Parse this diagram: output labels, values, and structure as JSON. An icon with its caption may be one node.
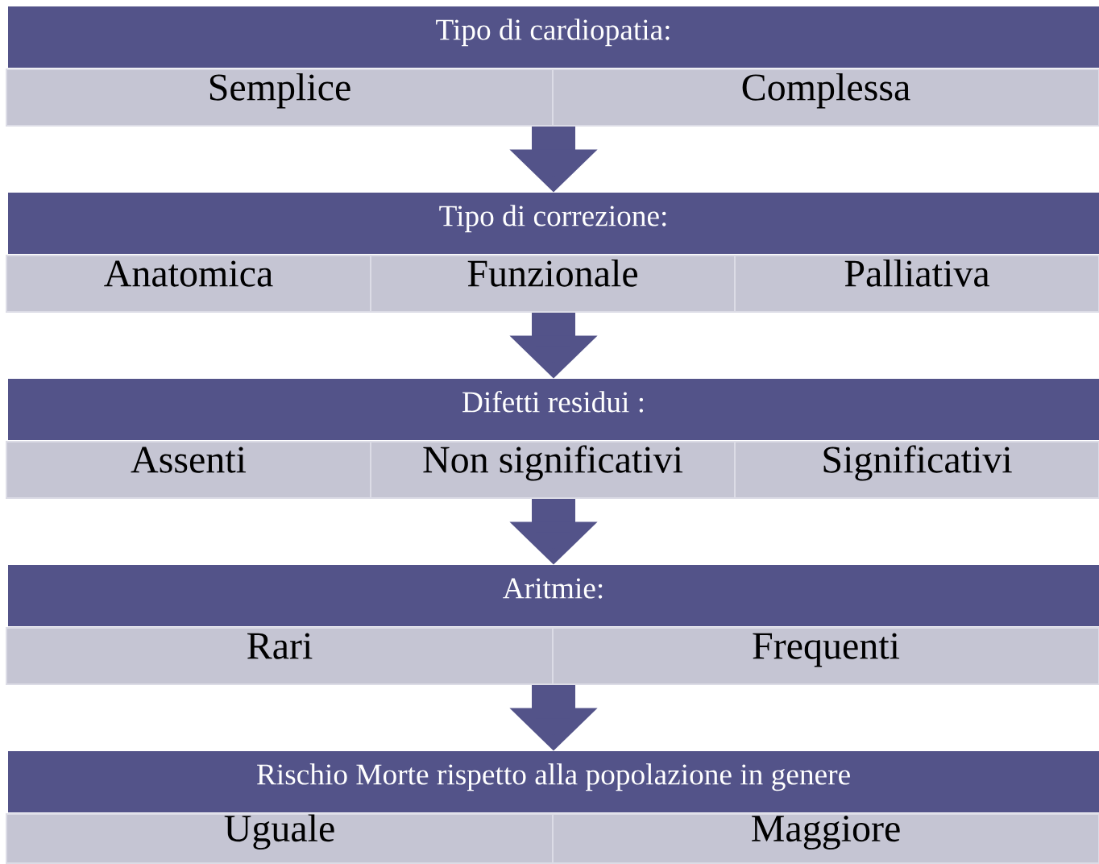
{
  "diagram": {
    "nodes": [
      {
        "text": [
          "Tipo di cardiopatia:"
        ]
      },
      {
        "text": [
          "Semplice"
        ]
      },
      {
        "text": [
          "Complessa"
        ]
      },
      {
        "text": [
          "Tipo di correzione:"
        ]
      },
      {
        "text": [
          "Anatomica"
        ]
      },
      {
        "text": [
          "Funzionale"
        ]
      },
      {
        "text": [
          "Palliativa"
        ]
      },
      {
        "text": [
          "Difetti residui :"
        ]
      },
      {
        "text": [
          "Assenti"
        ]
      },
      {
        "text": [
          "Non significativi"
        ]
      },
      {
        "text": [
          "Significativi"
        ]
      },
      {
        "text": [
          "Aritmie:"
        ]
      },
      {
        "text": [
          "Rari"
        ]
      },
      {
        "text": [
          "Frequenti"
        ]
      },
      {
        "text": [
          "Rischio Morte rispetto alla popolazione in genere"
        ]
      },
      {
        "text": [
          "Uguale"
        ]
      },
      {
        "text": [
          "Maggiore"
        ]
      }
    ],
    "edges": [
      {
        "from": 2,
        "to": 3,
        "arrow": "to"
      },
      {
        "from": 5,
        "to": 7,
        "arrow": "to"
      },
      {
        "from": 9,
        "to": 11,
        "arrow": "to"
      },
      {
        "from": 13,
        "to": 14,
        "arrow": "to"
      }
    ]
  }
}
